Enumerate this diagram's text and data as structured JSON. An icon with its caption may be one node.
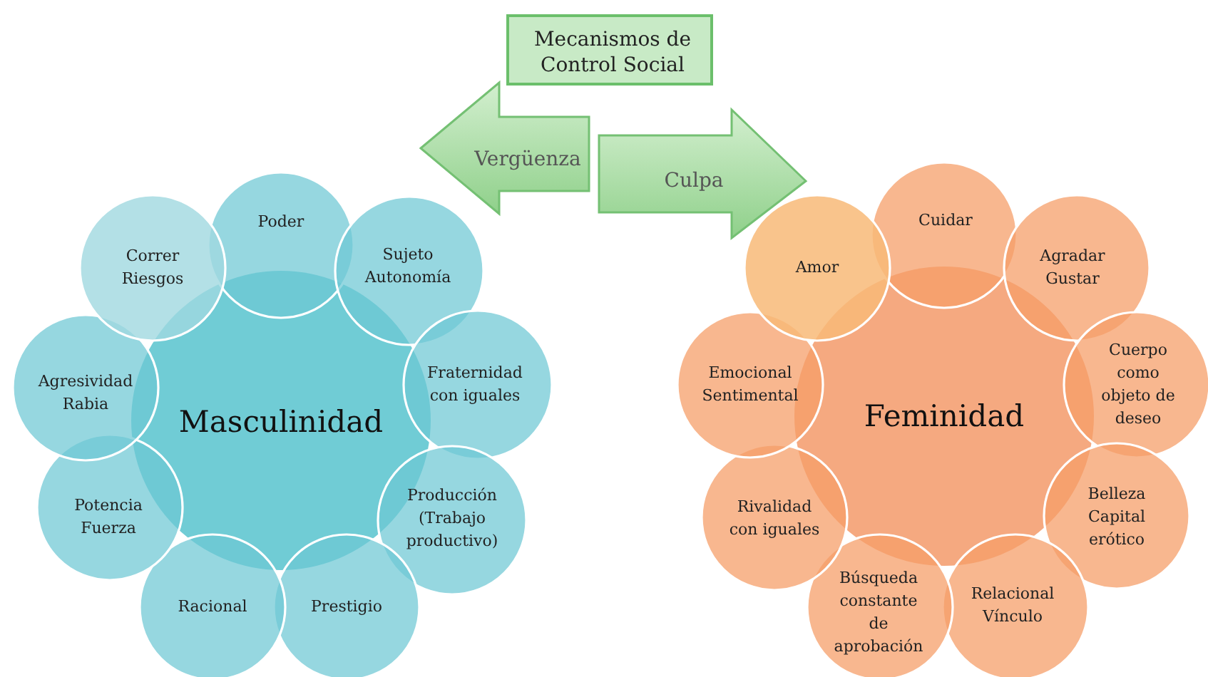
{
  "diagram": {
    "nodes": [
      {
        "text": [
          "Mecanismos de Control Social"
        ]
      },
      {
        "text": [
          "Vergüenza"
        ]
      },
      {
        "text": [
          "Culpa"
        ]
      },
      {
        "text": [
          "Masculinidad"
        ]
      },
      {
        "text": [
          "Poder"
        ]
      },
      {
        "text": [
          "Sujeto Autonomía"
        ]
      },
      {
        "text": [
          "Fraternidad con iguales"
        ]
      },
      {
        "text": [
          "Producción (Trabajo productivo)"
        ]
      },
      {
        "text": [
          "Prestigio"
        ]
      },
      {
        "text": [
          "Racional"
        ]
      },
      {
        "text": [
          "Potencia Fuerza"
        ]
      },
      {
        "text": [
          "Agresividad Rabia"
        ]
      },
      {
        "text": [
          "Correr Riesgos"
        ]
      },
      {
        "text": [
          "Feminidad"
        ]
      },
      {
        "text": [
          "Cuidar"
        ]
      },
      {
        "text": [
          "Agradar Gustar"
        ]
      },
      {
        "text": [
          "Cuerpo como objeto de deseo"
        ]
      },
      {
        "text": [
          "Belleza Capital erótico"
        ]
      },
      {
        "text": [
          "Relacional Vínculo"
        ]
      },
      {
        "text": [
          "Búsqueda constante de aprobación"
        ]
      },
      {
        "text": [
          "Rivalidad con iguales"
        ]
      },
      {
        "text": [
          "Emocional Sentimental"
        ]
      },
      {
        "text": [
          "Amor"
        ]
      }
    ]
  }
}
